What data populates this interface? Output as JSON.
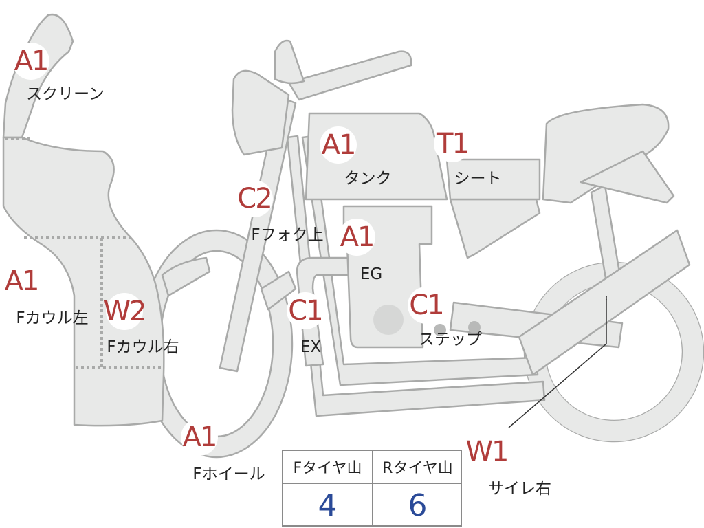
{
  "diagram": {
    "markers": [
      {
        "id": "screen",
        "code": "A1",
        "label": "スクリーン"
      },
      {
        "id": "tank",
        "code": "A1",
        "label": "タンク"
      },
      {
        "id": "seat",
        "code": "T1",
        "label": "シート"
      },
      {
        "id": "ffork",
        "code": "C2",
        "label": "Fフォク上"
      },
      {
        "id": "eg",
        "code": "A1",
        "label": "EG"
      },
      {
        "id": "fcowl-l",
        "code": "A1",
        "label": "Fカウル左"
      },
      {
        "id": "fcowl-r",
        "code": "W2",
        "label": "Fカウル右"
      },
      {
        "id": "ex",
        "code": "C1",
        "label": "EX"
      },
      {
        "id": "step",
        "code": "C1",
        "label": "ステップ"
      },
      {
        "id": "fwheel",
        "code": "A1",
        "label": "Fホイール"
      },
      {
        "id": "muffler-r",
        "code": "W1",
        "label": "サイレ右"
      }
    ],
    "colors": {
      "code": "#b03c3a",
      "value": "#2a4a98",
      "part_fill": "#e8e9e8",
      "part_stroke": "#a9aaa9"
    }
  },
  "tire_table": {
    "headers": [
      "Fタイヤ山",
      "Rタイヤ山"
    ],
    "values": [
      "4",
      "6"
    ]
  }
}
